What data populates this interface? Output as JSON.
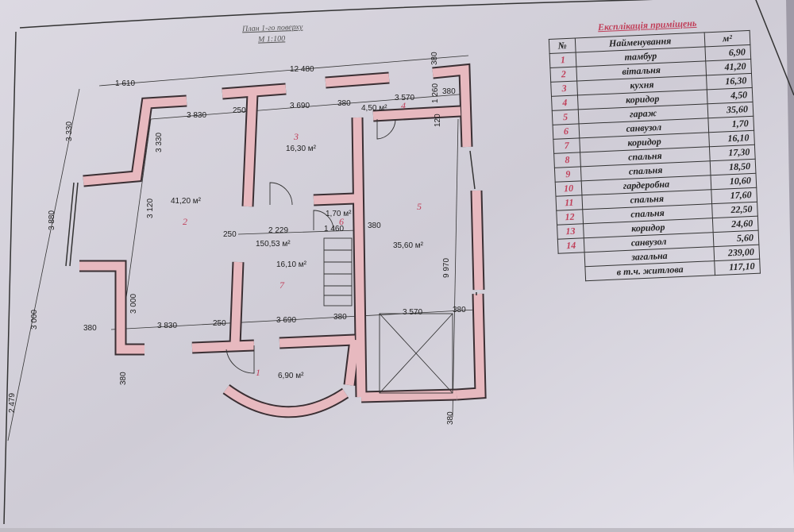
{
  "plan": {
    "title": "План 1-го поверху",
    "scale": "М 1:100",
    "dimensions": [
      "12 480",
      "1 610",
      "380",
      "3 830",
      "250",
      "3 690",
      "380",
      "3 570",
      "1 260",
      "380",
      "120",
      "3 330",
      "3 330",
      "3 880",
      "3 120",
      "3 000",
      "3 000",
      "2 479",
      "250",
      "2 229",
      "1 460",
      "380",
      "9 970",
      "380",
      "3 830",
      "250",
      "3 690",
      "380",
      "3 570",
      "380",
      "380",
      "380"
    ],
    "rooms": [
      {
        "num": "1",
        "area": "6,90 м²"
      },
      {
        "num": "2",
        "area": "41,20 м²"
      },
      {
        "num": "3",
        "area": "16,30 м²"
      },
      {
        "num": "4",
        "area": "4,50 м²"
      },
      {
        "num": "5",
        "area": "35,60 м²"
      },
      {
        "num": "6",
        "area": "1,70 м²"
      },
      {
        "num": "7",
        "area": "16,10 м²"
      }
    ],
    "total_area": "150,53 м²"
  },
  "explication": {
    "caption": "Експлікація приміщень",
    "headers": {
      "num": "№",
      "name": "Найменування",
      "area": "м²"
    },
    "rows": [
      {
        "num": "1",
        "name": "тамбур",
        "area": "6,90"
      },
      {
        "num": "2",
        "name": "вітальня",
        "area": "41,20"
      },
      {
        "num": "3",
        "name": "кухня",
        "area": "16,30"
      },
      {
        "num": "4",
        "name": "коридор",
        "area": "4,50"
      },
      {
        "num": "5",
        "name": "гараж",
        "area": "35,60"
      },
      {
        "num": "6",
        "name": "санвузол",
        "area": "1,70"
      },
      {
        "num": "7",
        "name": "коридор",
        "area": "16,10"
      },
      {
        "num": "8",
        "name": "спальня",
        "area": "17,30"
      },
      {
        "num": "9",
        "name": "спальня",
        "area": "18,50"
      },
      {
        "num": "10",
        "name": "гардеробна",
        "area": "10,60"
      },
      {
        "num": "11",
        "name": "спальня",
        "area": "17,60"
      },
      {
        "num": "12",
        "name": "спальня",
        "area": "22,50"
      },
      {
        "num": "13",
        "name": "коридор",
        "area": "24,60"
      },
      {
        "num": "14",
        "name": "санвузол",
        "area": "5,60"
      }
    ],
    "total_label": "загальна",
    "total": "239,00",
    "living_label": "в т.ч. житлова",
    "living": "117,10"
  }
}
